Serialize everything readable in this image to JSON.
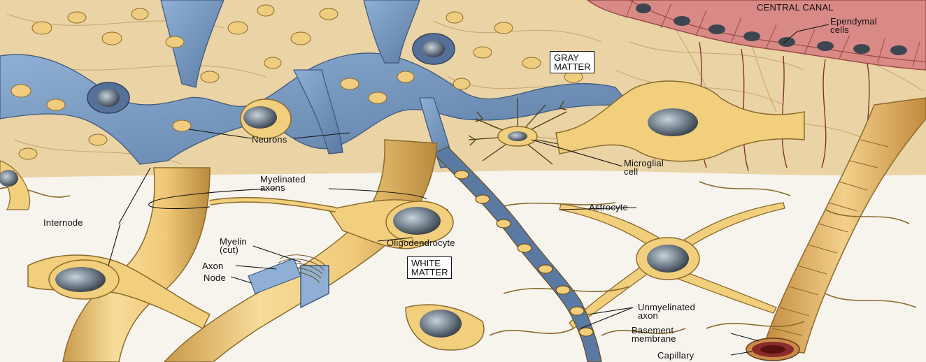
{
  "labels": {
    "central_canal": "CENTRAL CANAL",
    "ependymal_line1": "Ependymal",
    "ependymal_line2": "cells",
    "gray_line1": "GRAY",
    "gray_line2": "MATTER",
    "neurons": "Neurons",
    "microglial_line1": "Microglial",
    "microglial_line2": "cell",
    "myelinated_line1": "Myelinated",
    "myelinated_line2": "axons",
    "internode": "Internode",
    "astrocyte": "Astrocyte",
    "myelin_line1": "Myelin",
    "myelin_line2": "(cut)",
    "oligodendrocyte": "Oligodendrocyte",
    "axon": "Axon",
    "node": "Node",
    "white_line1": "WHITE",
    "white_line2": "MATTER",
    "unmyelinated_line1": "Unmyelinated",
    "unmyelinated_line2": "axon",
    "basement_line1": "Basement",
    "basement_line2": "membrane",
    "capillary": "Capillary"
  },
  "colors": {
    "background": "#ffffff",
    "gray_matter_tan": "#e9d2a3",
    "cell_body_yellow": "#f2cf7c",
    "cell_outline": "#8a6a2c",
    "neuron_blue": "#6f90b8",
    "nucleus_gray": "#6f7c8a",
    "ependymal_red": "#d98a86",
    "capillary_red": "#8a2a2a"
  }
}
